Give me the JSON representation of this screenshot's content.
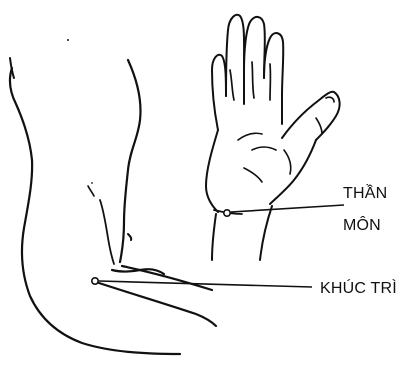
{
  "labels": {
    "than_mon_line1": "THẦN",
    "than_mon_line2": "MÔN",
    "khuc_tri": "KHÚC TRÌ"
  },
  "colors": {
    "ink": "#111111",
    "background": "#ffffff"
  }
}
